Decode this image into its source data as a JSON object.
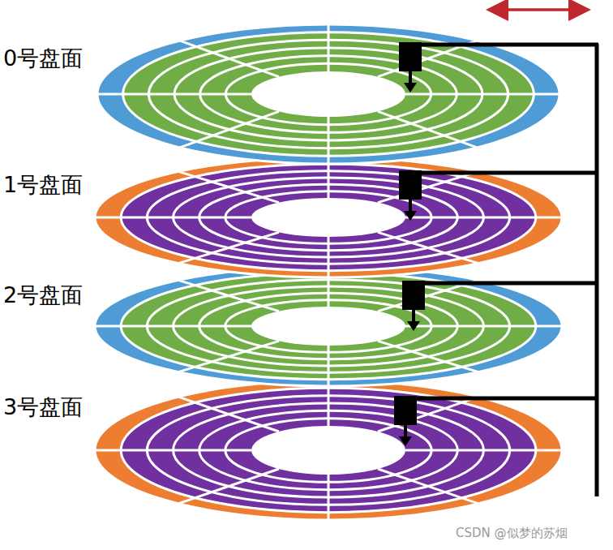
{
  "diagram": {
    "labels": [
      "0号盘面",
      "1号盘面",
      "2号盘面",
      "3号盘面",
      "CSDN @似梦的苏烟"
    ]
  }
}
